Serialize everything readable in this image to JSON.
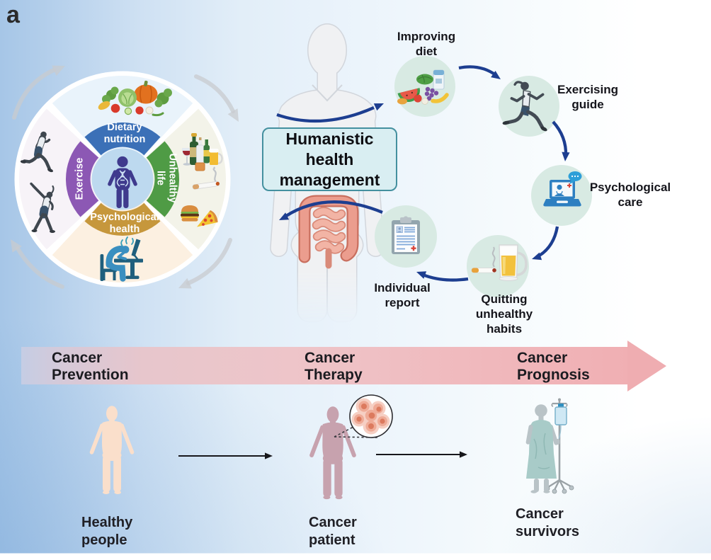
{
  "panel_label": "a",
  "wheel": {
    "segments": {
      "top": {
        "label": "Dietary\nnutrition",
        "color": "#3b70b7",
        "icon": "vegetables-icon"
      },
      "right": {
        "label": "Unhealthy\nlife",
        "color": "#4f9b45",
        "icon": "alcohol-cigarette-fastfood-icon"
      },
      "bottom": {
        "label": "Psychological\nhealth",
        "color": "#c6973c",
        "icon": "stressed-worker-icon"
      },
      "left": {
        "label": "Exercise",
        "color": "#8c58b4",
        "icon": "exercising-people-icon"
      }
    },
    "center_icon": "person-dna-icon"
  },
  "management_box": {
    "label": "Humanistic\nhealth\nmanagement"
  },
  "cycle": {
    "steps": [
      {
        "label": "Improving\ndiet",
        "icon": "healthy-food-icon"
      },
      {
        "label": "Exercising\nguide",
        "icon": "running-woman-icon"
      },
      {
        "label": "Psychological\ncare",
        "icon": "telehealth-laptop-icon"
      },
      {
        "label": "Quitting\nunhealthy\nhabits",
        "icon": "beer-cigarette-icon"
      },
      {
        "label": "Individual\nreport",
        "icon": "medical-report-icon"
      }
    ]
  },
  "timeline": {
    "stages": [
      {
        "label": "Cancer\nPrevention"
      },
      {
        "label": "Cancer\nTherapy"
      },
      {
        "label": "Cancer\nPrognosis"
      }
    ],
    "arrow_color": "#f0b0b4"
  },
  "population": {
    "figures": [
      {
        "label": "Healthy\npeople",
        "icon": "healthy-person-icon"
      },
      {
        "label": "Cancer\npatient",
        "icon": "cancer-patient-icon"
      },
      {
        "label": "Cancer\nsurvivors",
        "icon": "cancer-survivor-iv-icon"
      }
    ]
  },
  "colors": {
    "arrow_blue": "#1d3e90",
    "cycle_circle": "#d8eae3",
    "gray_arrow": "#c8cbcf",
    "background_left": "#a6c6e7"
  }
}
